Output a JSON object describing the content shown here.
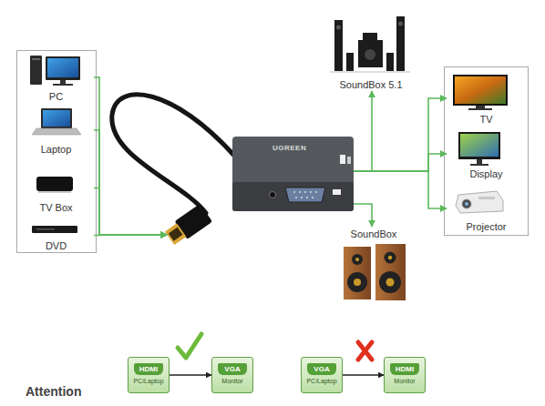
{
  "diagram": {
    "nodes": [
      {
        "text": [
          "PC"
        ]
      },
      {
        "text": [
          "Laptop"
        ]
      },
      {
        "text": [
          "TV Box"
        ]
      },
      {
        "text": [
          "DVD"
        ]
      },
      {
        "text": [
          "UGREEN"
        ]
      },
      {
        "text": [
          "SoundBox 5.1"
        ]
      },
      {
        "text": [
          "TV"
        ]
      },
      {
        "text": [
          "Display"
        ]
      },
      {
        "text": [
          "Projector"
        ]
      },
      {
        "text": [
          "SoundBox"
        ]
      },
      {
        "text": [
          "HDMI",
          "PC/Laptop"
        ]
      },
      {
        "text": [
          "VGA",
          "Monitor"
        ]
      },
      {
        "text": [
          "VGA",
          "PC/Laptop"
        ]
      },
      {
        "text": [
          "HDMI",
          "Monitor"
        ]
      }
    ],
    "edges": [
      {
        "from": 0,
        "to": 4,
        "arrow": "to"
      },
      {
        "from": 1,
        "to": 4,
        "arrow": "to"
      },
      {
        "from": 2,
        "to": 4,
        "arrow": "to"
      },
      {
        "from": 3,
        "to": 4,
        "arrow": "to"
      },
      {
        "from": 4,
        "to": 5,
        "arrow": "to"
      },
      {
        "from": 4,
        "to": 6,
        "arrow": "to"
      },
      {
        "from": 4,
        "to": 7,
        "arrow": "to"
      },
      {
        "from": 4,
        "to": 8,
        "arrow": "to"
      },
      {
        "from": 4,
        "to": 9,
        "arrow": "to"
      },
      {
        "from": 10,
        "to": 11,
        "arrow": "to"
      },
      {
        "from": 12,
        "to": 13,
        "arrow": "to"
      }
    ],
    "labels": [
      "Attention"
    ]
  }
}
